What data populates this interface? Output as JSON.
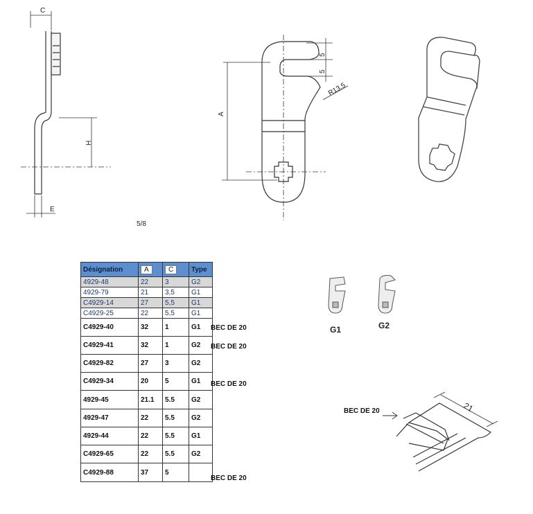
{
  "dimension_labels": {
    "c": "C",
    "h": "H",
    "e": "E",
    "a": "A",
    "slot_top": "5",
    "slot_bottom": "5",
    "radius": "R13,5",
    "width_21": "21"
  },
  "page_marker": "5/8",
  "table": {
    "headers": [
      "Désignation",
      "A",
      "C",
      "Type"
    ],
    "rows": [
      {
        "ref": "4929-48",
        "a": "22",
        "c": "3",
        "type": "G2",
        "note": ""
      },
      {
        "ref": "4929-79",
        "a": "21",
        "c": "3,5",
        "type": "G1",
        "note": ""
      },
      {
        "ref": "C4929-14",
        "a": "27",
        "c": "5,5",
        "type": "G1",
        "note": ""
      },
      {
        "ref": "C4929-25",
        "a": "22",
        "c": "5,5",
        "type": "G1",
        "note": ""
      },
      {
        "ref": "C4929-40",
        "a": "32",
        "c": "1",
        "type": "G1",
        "note": "BEC DE 20"
      },
      {
        "ref": "C4929-41",
        "a": "32",
        "c": "1",
        "type": "G2",
        "note": "BEC DE 20"
      },
      {
        "ref": "C4929-82",
        "a": "27",
        "c": "3",
        "type": "G2",
        "note": ""
      },
      {
        "ref": "C4929-34",
        "a": "20",
        "c": "5",
        "type": "G1",
        "note": "BEC DE 20"
      },
      {
        "ref": "4929-45",
        "a": "21.1",
        "c": "5.5",
        "type": "G2",
        "note": ""
      },
      {
        "ref": "4929-47",
        "a": "22",
        "c": "5.5",
        "type": "G2",
        "note": ""
      },
      {
        "ref": "4929-44",
        "a": "22",
        "c": "5.5",
        "type": "G1",
        "note": ""
      },
      {
        "ref": "C4929-65",
        "a": "22",
        "c": "5.5",
        "type": "G2",
        "note": ""
      },
      {
        "ref": "C4929-88",
        "a": "37",
        "c": "5",
        "type": "",
        "note": "BEC DE 20"
      }
    ]
  },
  "types": {
    "g1": "G1",
    "g2": "G2"
  },
  "detail_label": "BEC DE 20",
  "colors": {
    "line": "#333333",
    "header": "#5b8fd0",
    "row_grey": "#d8d8d8"
  }
}
